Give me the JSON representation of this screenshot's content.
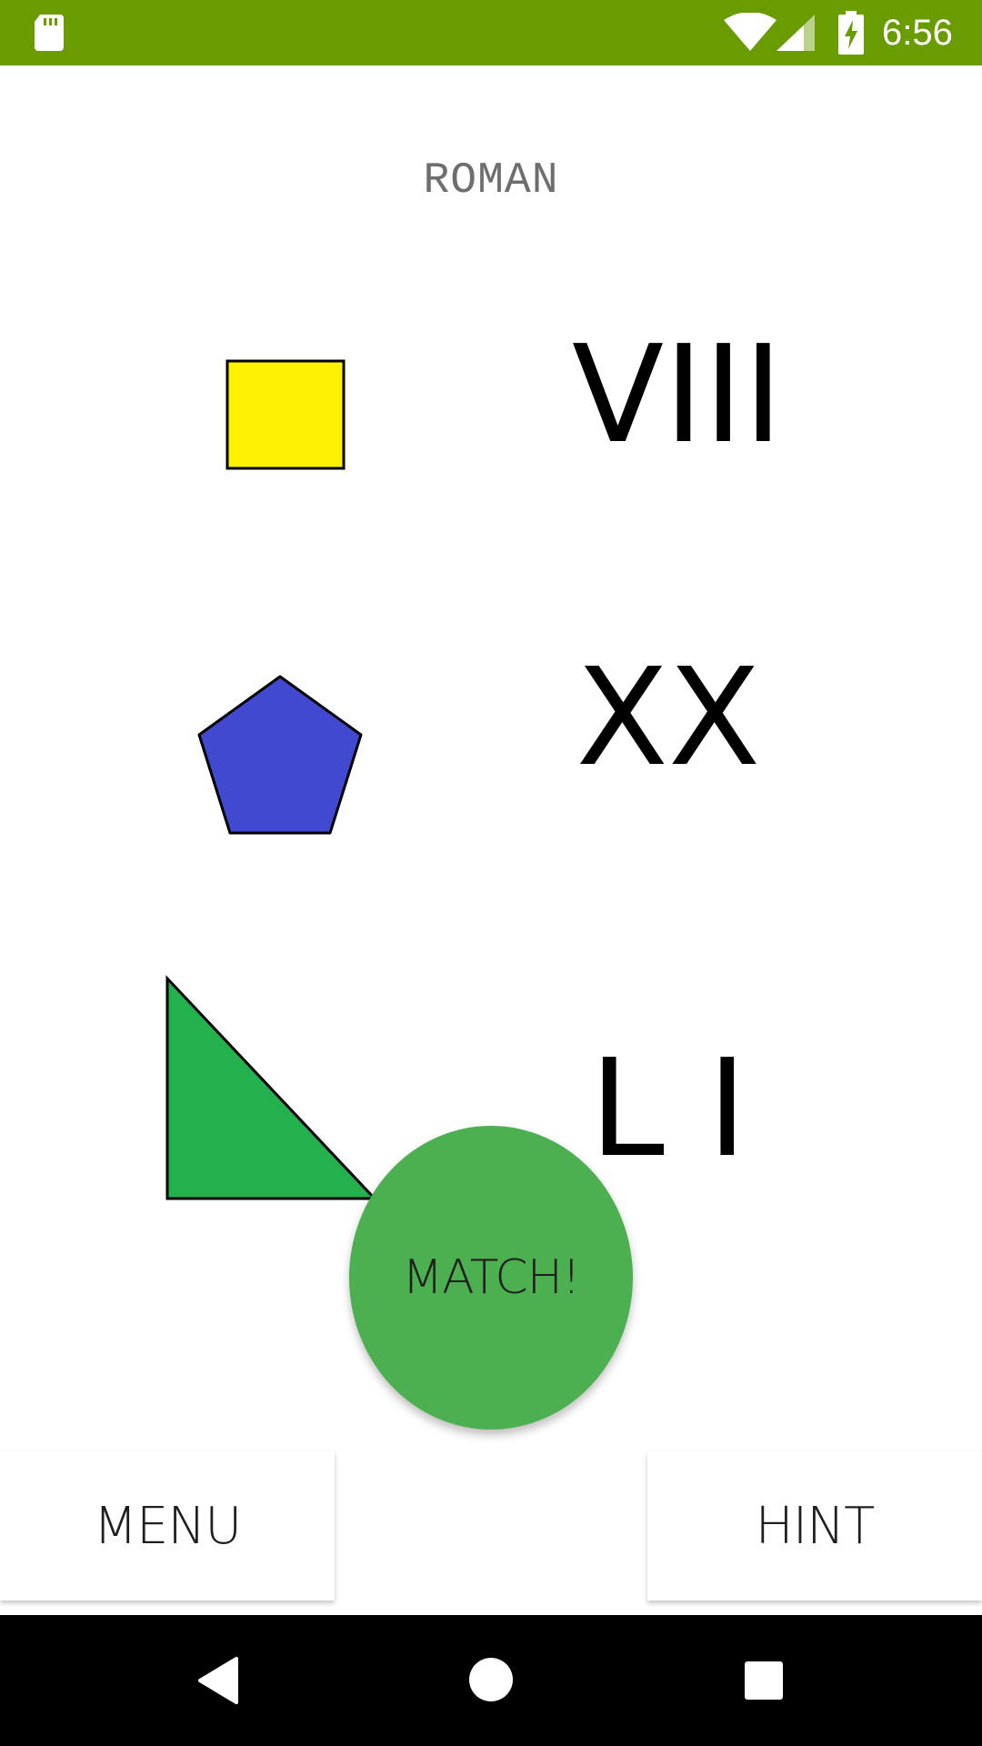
{
  "status_bar": {
    "time": "6:56",
    "background_color": "#689c00",
    "icons": [
      "sd-card-icon",
      "wifi-icon",
      "signal-icon",
      "battery-charging-icon"
    ]
  },
  "header": {
    "title": "ROMAN"
  },
  "shapes": [
    {
      "name": "square",
      "fill": "#fff200"
    },
    {
      "name": "pentagon",
      "fill": "#4049cf"
    },
    {
      "name": "right-triangle",
      "fill": "#23b14d"
    }
  ],
  "numerals": [
    "VIII",
    "XX",
    "L I"
  ],
  "actions": {
    "match_label": "MATCH!",
    "menu_label": "MENU",
    "hint_label": "HINT",
    "match_color": "#4caf50"
  },
  "nav_bar": {
    "icons": [
      "back-icon",
      "home-icon",
      "recents-icon"
    ]
  }
}
